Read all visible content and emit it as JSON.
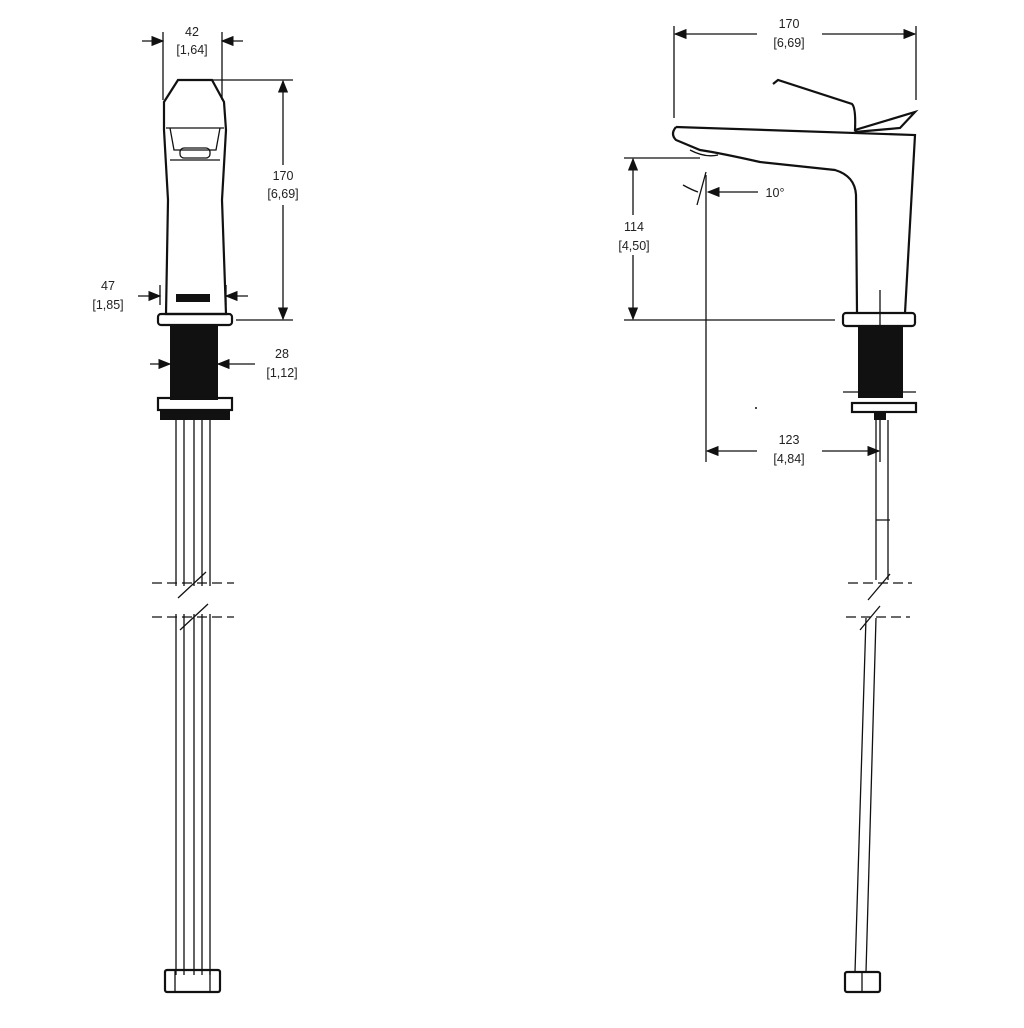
{
  "front_view": {
    "width_top": {
      "mm": "42",
      "in": "[1,64]"
    },
    "height": {
      "mm": "170",
      "in": "[6,69]"
    },
    "width_base": {
      "mm": "47",
      "in": "[1,85]"
    },
    "shank": {
      "mm": "28",
      "in": "[1,12]"
    }
  },
  "side_view": {
    "length": {
      "mm": "170",
      "in": "[6,69]"
    },
    "spout_height": {
      "mm": "114",
      "in": "[4,50]"
    },
    "angle": "10°",
    "reach": {
      "mm": "123",
      "in": "[4,84]"
    }
  },
  "colors": {
    "line": "#111111",
    "text": "#222222"
  }
}
